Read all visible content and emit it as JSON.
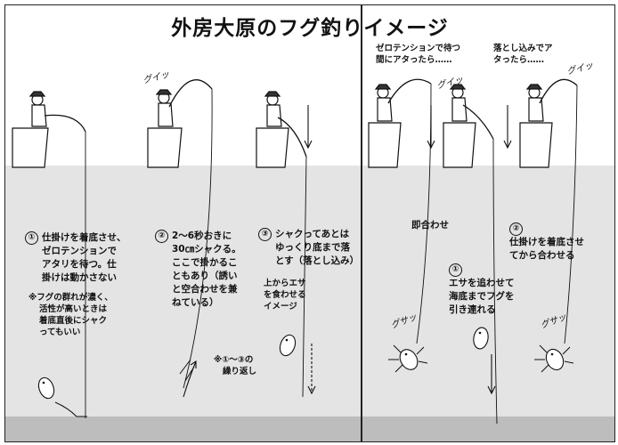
{
  "title": "外房大原のフグ釣りイメージ",
  "steps": {
    "s1_num": "①",
    "s1_lines": [
      "仕掛けを着底させ、",
      "ゼロテンションで",
      "アタリを待つ。仕",
      "掛けは動かさない"
    ],
    "note_lines": [
      "※フグの群れが濃く、",
      "活性が高いときは",
      "着底直後にシャク",
      "ってもいい"
    ],
    "s2_num": "②",
    "s2_lines": [
      "2～6秒おきに",
      "30㎝シャクる。",
      "ここで掛かるこ",
      "ともあり（誘い",
      "と空合わせを兼",
      "ねている）"
    ],
    "s3_num": "③",
    "s3_lines": [
      "シャクってあとは",
      "ゆっくり底まで落",
      "とす（落とし込み）"
    ],
    "bait_lines": [
      "上からエサ",
      "を食わせる",
      "イメージ"
    ],
    "repeat_lines": [
      "※①～③の",
      "繰り返し"
    ]
  },
  "right": {
    "zero_lines": [
      "ゼロテンションで待つ",
      "間にアタったら……"
    ],
    "drop_lines": [
      "落とし込みでア",
      "タったら……"
    ],
    "immediate": "即合わせ",
    "r2_num": "②",
    "r2_lines": [
      "仕掛けを着底させ",
      "てから合わせる"
    ],
    "r1_num": "①",
    "r1_lines": [
      "エサを追わせて",
      "海底までフグを",
      "引き連れる"
    ]
  },
  "sfx": {
    "guii": "グイッ",
    "gusa": "グサッ"
  }
}
